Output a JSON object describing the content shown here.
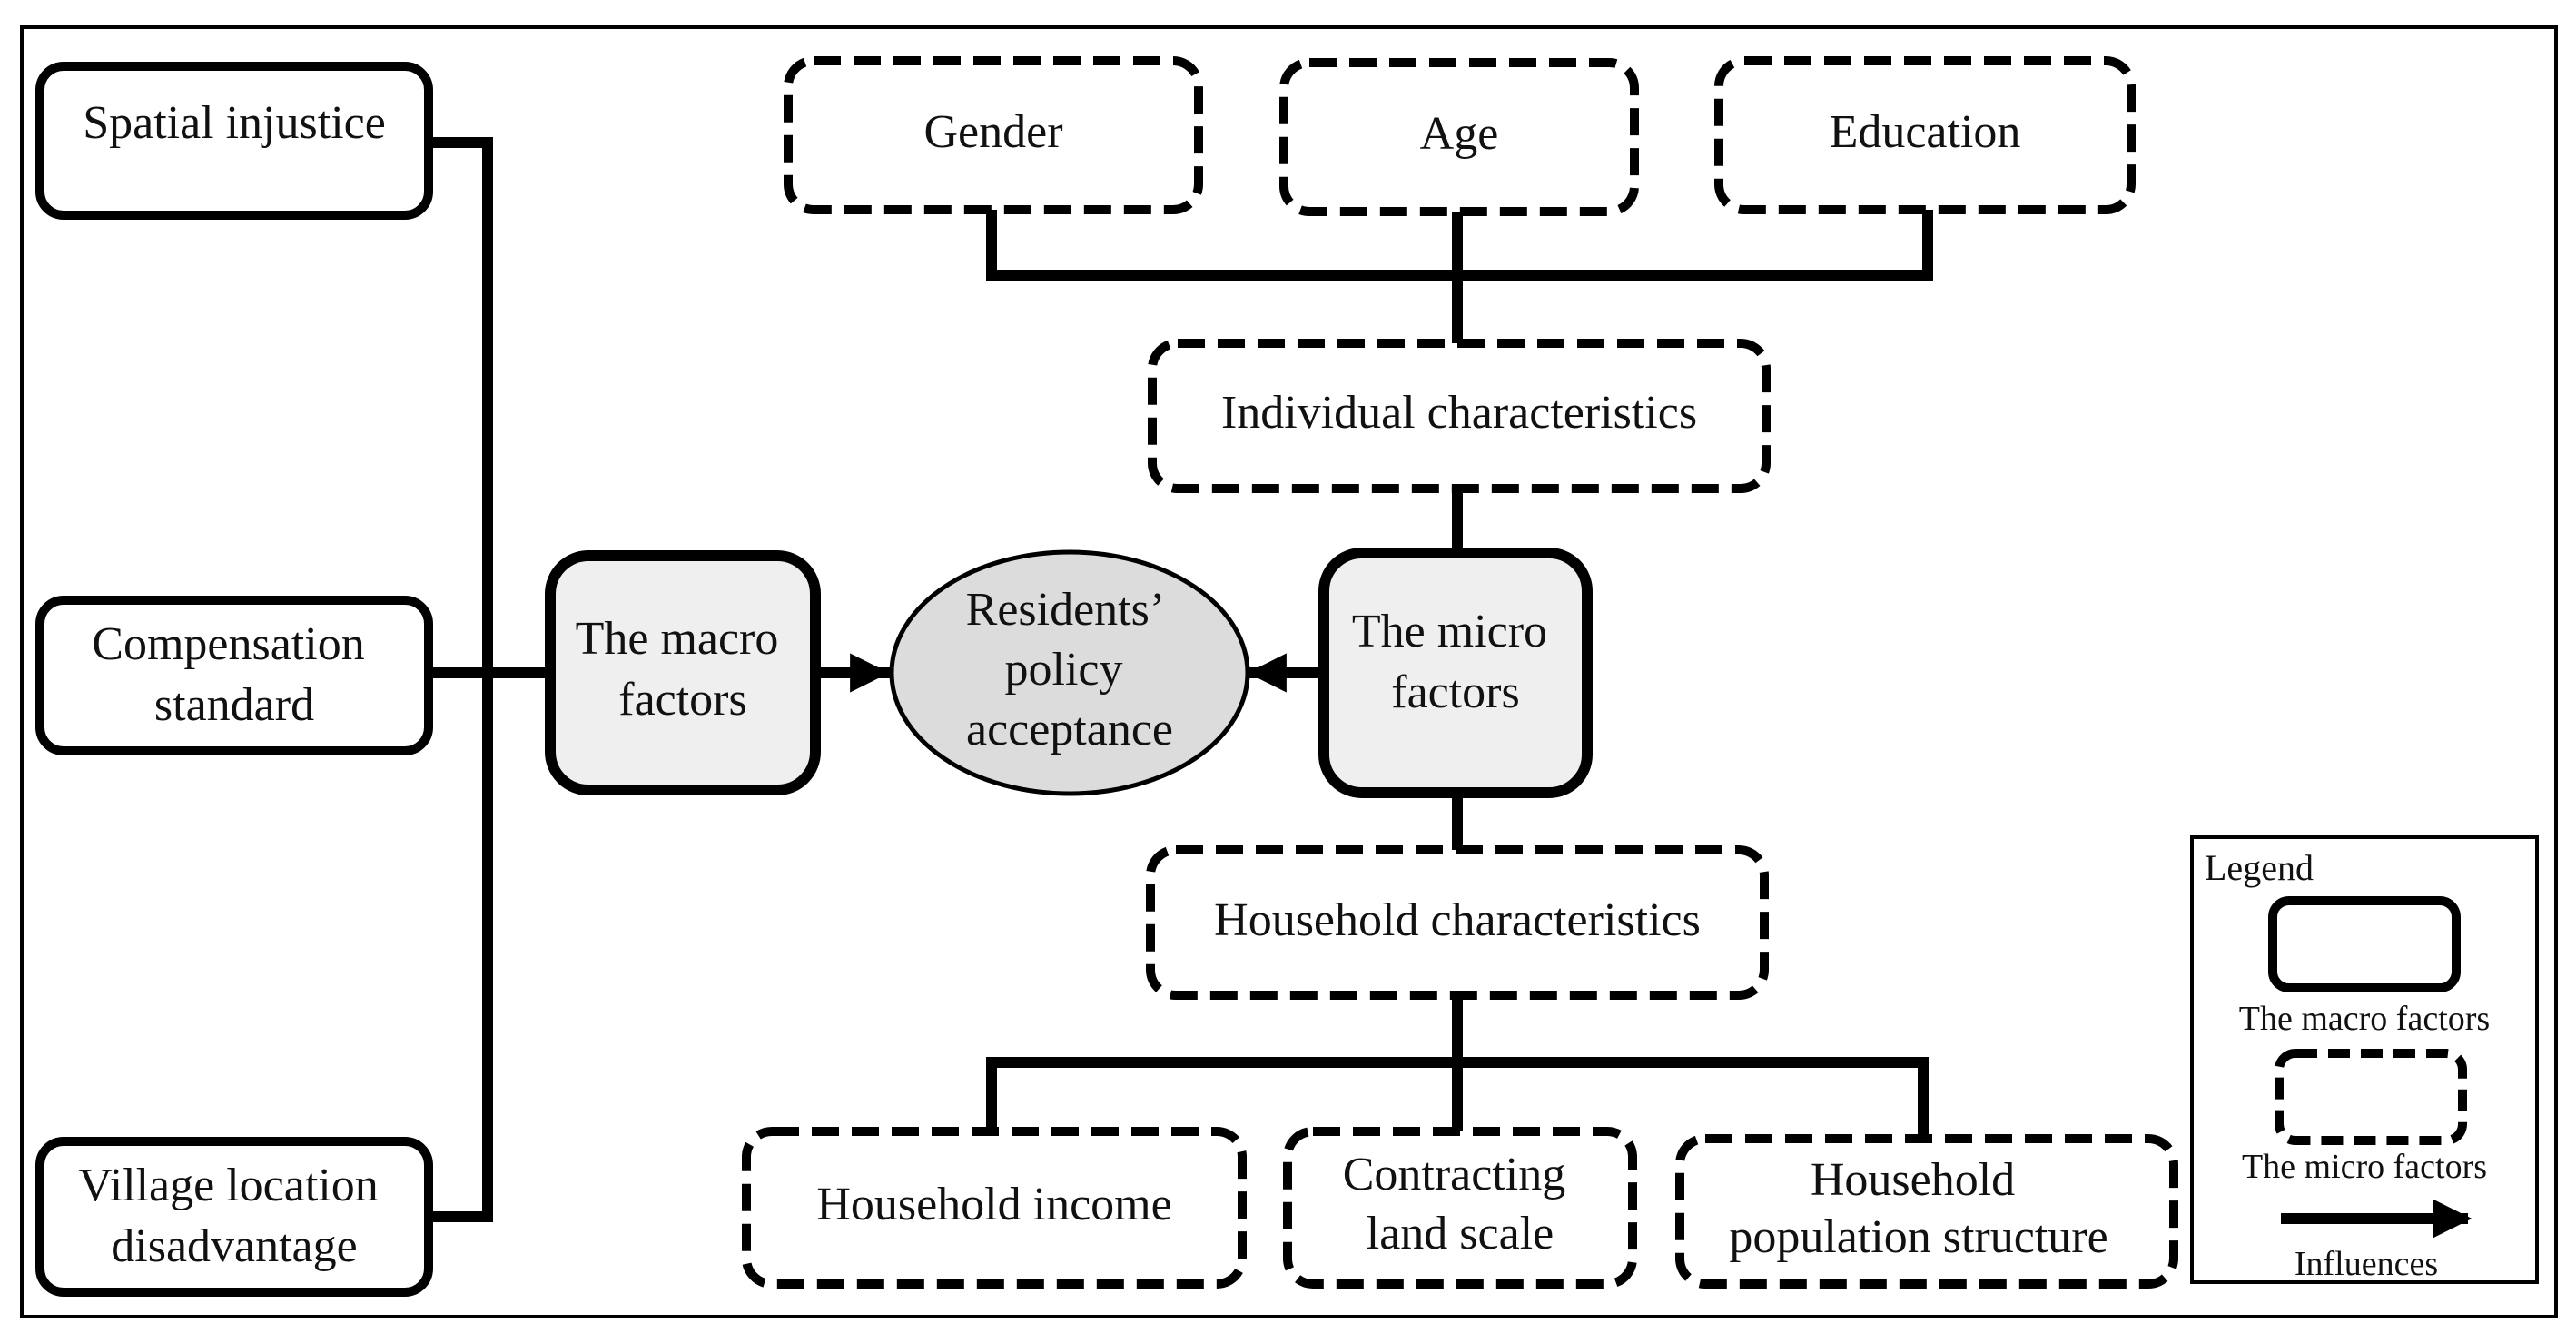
{
  "macro_inputs": {
    "spatial_injustice": [
      "Spatial injustice"
    ],
    "compensation_standard": [
      "Compensation",
      "standard"
    ],
    "village_location": [
      "Village location",
      "disadvantage"
    ]
  },
  "macro_factors": [
    "The macro",
    "factors"
  ],
  "center": [
    "Residents’",
    "policy",
    "acceptance"
  ],
  "micro_factors": [
    "The micro",
    "factors"
  ],
  "individual": {
    "gender": "Gender",
    "age": "Age",
    "education": "Education",
    "label": "Individual characteristics"
  },
  "household": {
    "label": "Household characteristics",
    "income": [
      "Household income"
    ],
    "land": [
      "Contracting",
      "land scale"
    ],
    "population": [
      "Household",
      "population structure"
    ]
  },
  "legend": {
    "title": "Legend",
    "macro_label": "The macro factors",
    "micro_label": "The micro factors",
    "arrow_label": "Influences"
  },
  "colors": {
    "stroke": "#000000",
    "factor_fill": "#efefef",
    "background": "#ffffff"
  }
}
